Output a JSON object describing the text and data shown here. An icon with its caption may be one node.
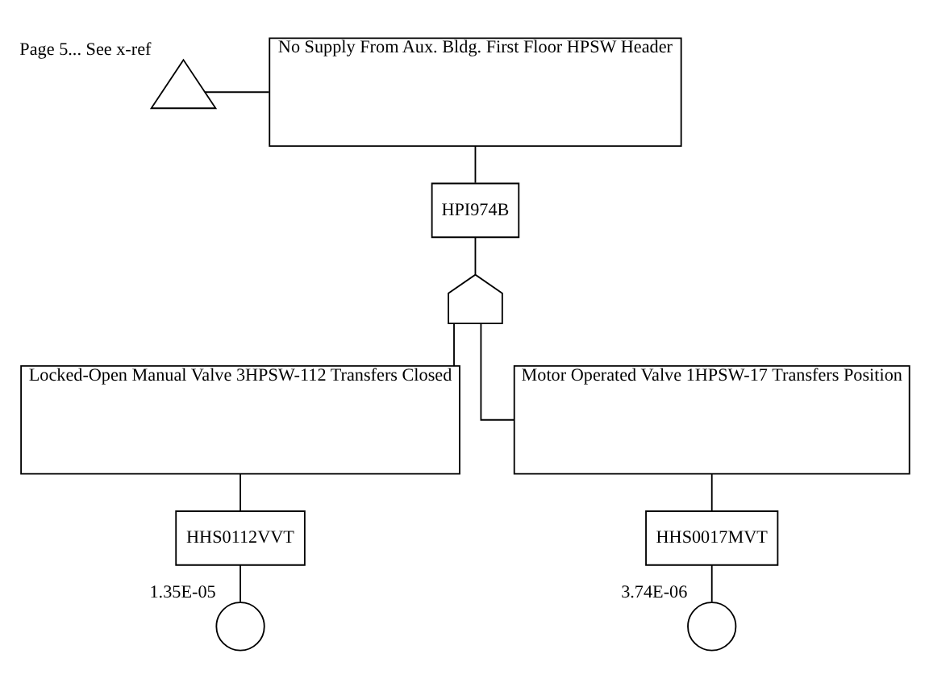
{
  "diagram": {
    "nodes": [
      {
        "text": [
          "No Supply From Aux. Bldg. First Floor HPSW Header"
        ]
      },
      {
        "text": [
          "HPI974B"
        ]
      },
      {
        "text": [],
        "shape": "gate"
      },
      {
        "text": [],
        "shape": "triangle",
        "beside": [
          "Page 5... See x-ref"
        ]
      },
      {
        "text": [
          "Locked-Open Manual Valve 3HPSW-112 Transfers Closed"
        ]
      },
      {
        "text": [
          "Motor Operated Valve 1HPSW-17 Transfers Position"
        ]
      },
      {
        "text": [
          "HHS0112VVT"
        ]
      },
      {
        "text": [],
        "shape": "circle",
        "beside": [
          "1.35E-05"
        ]
      },
      {
        "text": [
          "HHS0017MVT"
        ]
      },
      {
        "text": [],
        "shape": "circle",
        "beside": [
          "3.74E-06"
        ]
      }
    ],
    "edges": [
      {
        "from": 3,
        "to": 0,
        "arrow": "none"
      },
      {
        "from": 0,
        "to": 1,
        "arrow": "none"
      },
      {
        "from": 1,
        "to": 2,
        "arrow": "none"
      },
      {
        "from": 2,
        "to": 4,
        "arrow": "none"
      },
      {
        "from": 2,
        "to": 5,
        "arrow": "none"
      },
      {
        "from": 4,
        "to": 6,
        "arrow": "none"
      },
      {
        "from": 6,
        "to": 7,
        "arrow": "none"
      },
      {
        "from": 5,
        "to": 8,
        "arrow": "none"
      },
      {
        "from": 8,
        "to": 9,
        "arrow": "none"
      }
    ]
  }
}
